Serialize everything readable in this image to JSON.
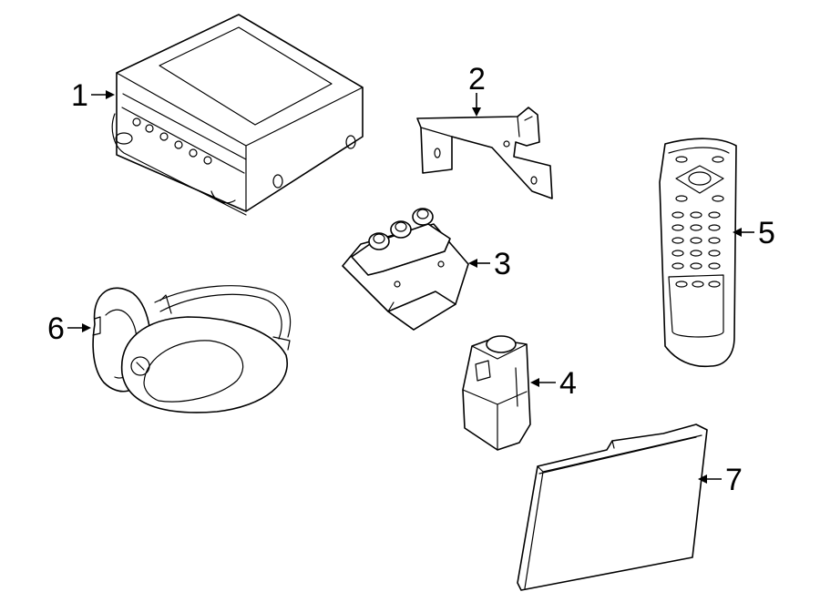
{
  "callouts": [
    {
      "id": "1",
      "label": "1"
    },
    {
      "id": "2",
      "label": "2"
    },
    {
      "id": "3",
      "label": "3"
    },
    {
      "id": "4",
      "label": "4"
    },
    {
      "id": "5",
      "label": "5"
    },
    {
      "id": "6",
      "label": "6"
    },
    {
      "id": "7",
      "label": "7"
    }
  ],
  "parts": [
    "dvd-player-unit",
    "mounting-bracket",
    "connector-module",
    "switch-relay",
    "remote-control",
    "wireless-headphones",
    "display-screen"
  ]
}
